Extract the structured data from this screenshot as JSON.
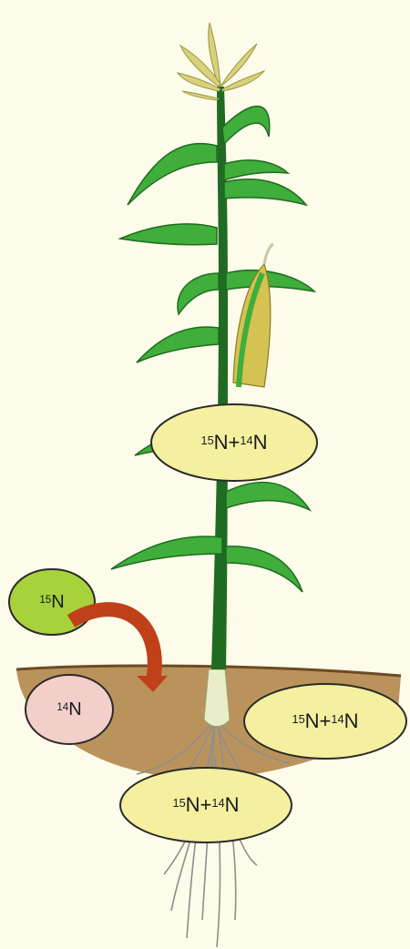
{
  "colors": {
    "background": "#fdfbe9",
    "soil": "#b48a4f",
    "stem": "#1f6b22",
    "leaf": "#3fae3a",
    "tassel": "#d8d27a",
    "cob": "#d4c252",
    "root": "#8e8e8e",
    "arrow": "#c0401a",
    "label_yellow": "#f4f0a0",
    "label_green": "#a8d23c",
    "label_pink": "#f2cfca"
  },
  "icons": [
    "corn-plant-icon",
    "arrow-icon"
  ],
  "labels": {
    "stem": {
      "sup": "15",
      "a": "N+",
      "sup2": "14",
      "b": "N"
    },
    "input": {
      "sup": "15",
      "a": "N"
    },
    "soil": {
      "sup": "14",
      "a": "N"
    },
    "right": {
      "sup": "15",
      "a": "N+",
      "sup2": "14",
      "b": "N"
    },
    "roots": {
      "sup": "15",
      "a": "N+",
      "sup2": "14",
      "b": "N"
    }
  }
}
